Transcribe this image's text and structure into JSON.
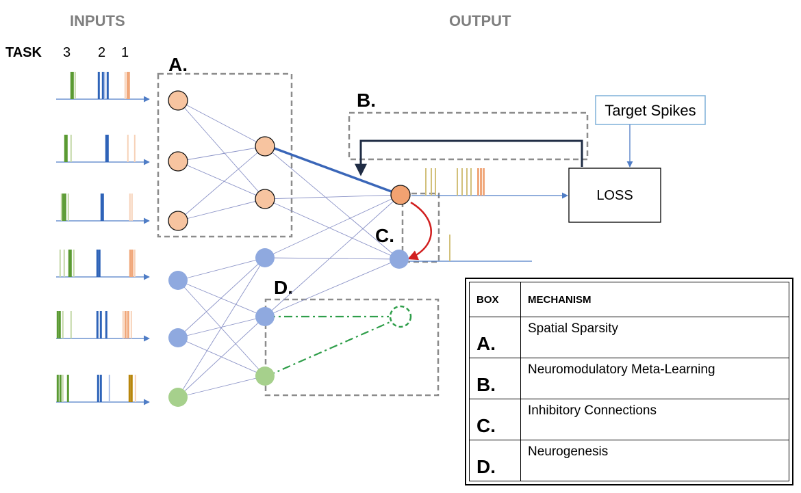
{
  "headers": {
    "inputs": "INPUTS",
    "output": "OUTPUT"
  },
  "task_row": {
    "label": "TASK",
    "task3": "3",
    "task2": "2",
    "task1": "1"
  },
  "box_labels": {
    "a": "A.",
    "b": "B.",
    "c": "C.",
    "d": "D."
  },
  "target_label": "Target Spikes",
  "loss_label": "LOSS",
  "colors": {
    "task3": "#5a9a32",
    "task2": "#2e63b8",
    "task1": "#f0a77a",
    "neuron_task1": "#f7c4a0",
    "neuron_task2": "#8fa9df",
    "neuron_task3": "#a6d08c",
    "feedback": "#1f2c44",
    "inhibitory": "#d11f1f",
    "neurogenesis": "#2f9e4a",
    "strong_weight": "#3a66b8"
  },
  "legend": {
    "col_box": "BOX",
    "col_mechanism": "MECHANISM",
    "rows": [
      {
        "key": "A.",
        "mechanism": "Spatial Sparsity"
      },
      {
        "key": "B.",
        "mechanism": "Neuromodulatory Meta-Learning"
      },
      {
        "key": "C.",
        "mechanism": "Inhibitory Connections"
      },
      {
        "key": "D.",
        "mechanism": "Neurogenesis"
      }
    ]
  }
}
